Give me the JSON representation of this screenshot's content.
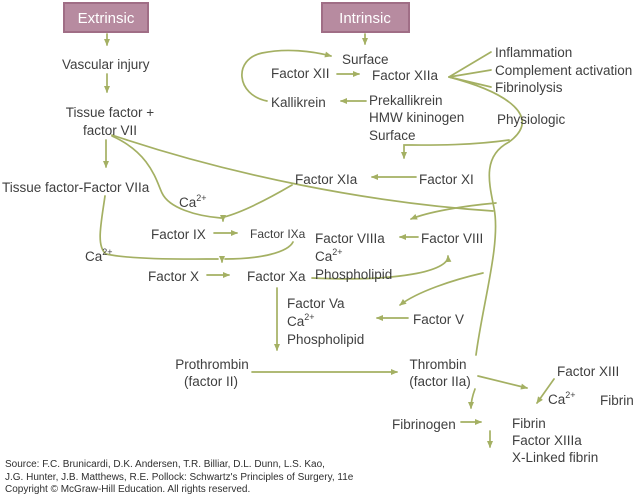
{
  "figure": "Coagulation cascade flow diagram",
  "colors": {
    "arrow_olive": "#a4b063",
    "box_fill": "#b78ba0",
    "box_border": "#a06e86",
    "box_text": "#ffffff",
    "label_text": "#3f3f3f",
    "background": "#ffffff"
  },
  "boxes": {
    "extrinsic": "Extrinsic",
    "intrinsic": "Intrinsic"
  },
  "labels": {
    "vascular_injury": "Vascular injury",
    "tissue_factor_line1": "Tissue factor +",
    "tissue_factor_line2": "factor VII",
    "tf_fviia": "Tissue factor-Factor VIIa",
    "surface_top": "Surface",
    "factor_xii": "Factor XII",
    "factor_xiia": "Factor XIIa",
    "inflammation": "Inflammation",
    "complement": "Complement activation",
    "fibrinolysis": "Fibrinolysis",
    "kallikrein": "Kallikrein",
    "prekallikrein": "Prekallikrein",
    "hmw_kininogen": "HMW kininogen",
    "surface_mid": "Surface",
    "physiologic": "Physiologic",
    "factor_xia": "Factor XIa",
    "factor_xi": "Factor XI",
    "ca": "Ca",
    "ca_sup": "2+",
    "factor_ix": "Factor IX",
    "factor_ixa": "Factor IXa",
    "factor_viiia": "Factor VIIIa",
    "phospholipid": "Phospholipid",
    "factor_viii": "Factor VIII",
    "factor_x": "Factor X",
    "factor_xa": "Factor Xa",
    "factor_va": "Factor Va",
    "factor_v": "Factor V",
    "prothrombin_line1": "Prothrombin",
    "prothrombin_line2": "(factor II)",
    "thrombin_line1": "Thrombin",
    "thrombin_line2": "(factor IIa)",
    "factor_xiii": "Factor XIII",
    "fibrin_right": "Fibrin",
    "fibrinogen": "Fibrinogen",
    "fibrin": "Fibrin",
    "factor_xiiia": "Factor XIIIa",
    "xlinked_fibrin": "X-Linked fibrin"
  },
  "source": {
    "line1": "Source: F.C. Brunicardi, D.K. Andersen, T.R. Billiar, D.L. Dunn, L.S. Kao,",
    "line2": "J.G. Hunter, J.B. Matthews, R.E. Pollock: Schwartz's Principles of Surgery, 11e",
    "line3": "Copyright © McGraw-Hill Education. All rights reserved."
  }
}
